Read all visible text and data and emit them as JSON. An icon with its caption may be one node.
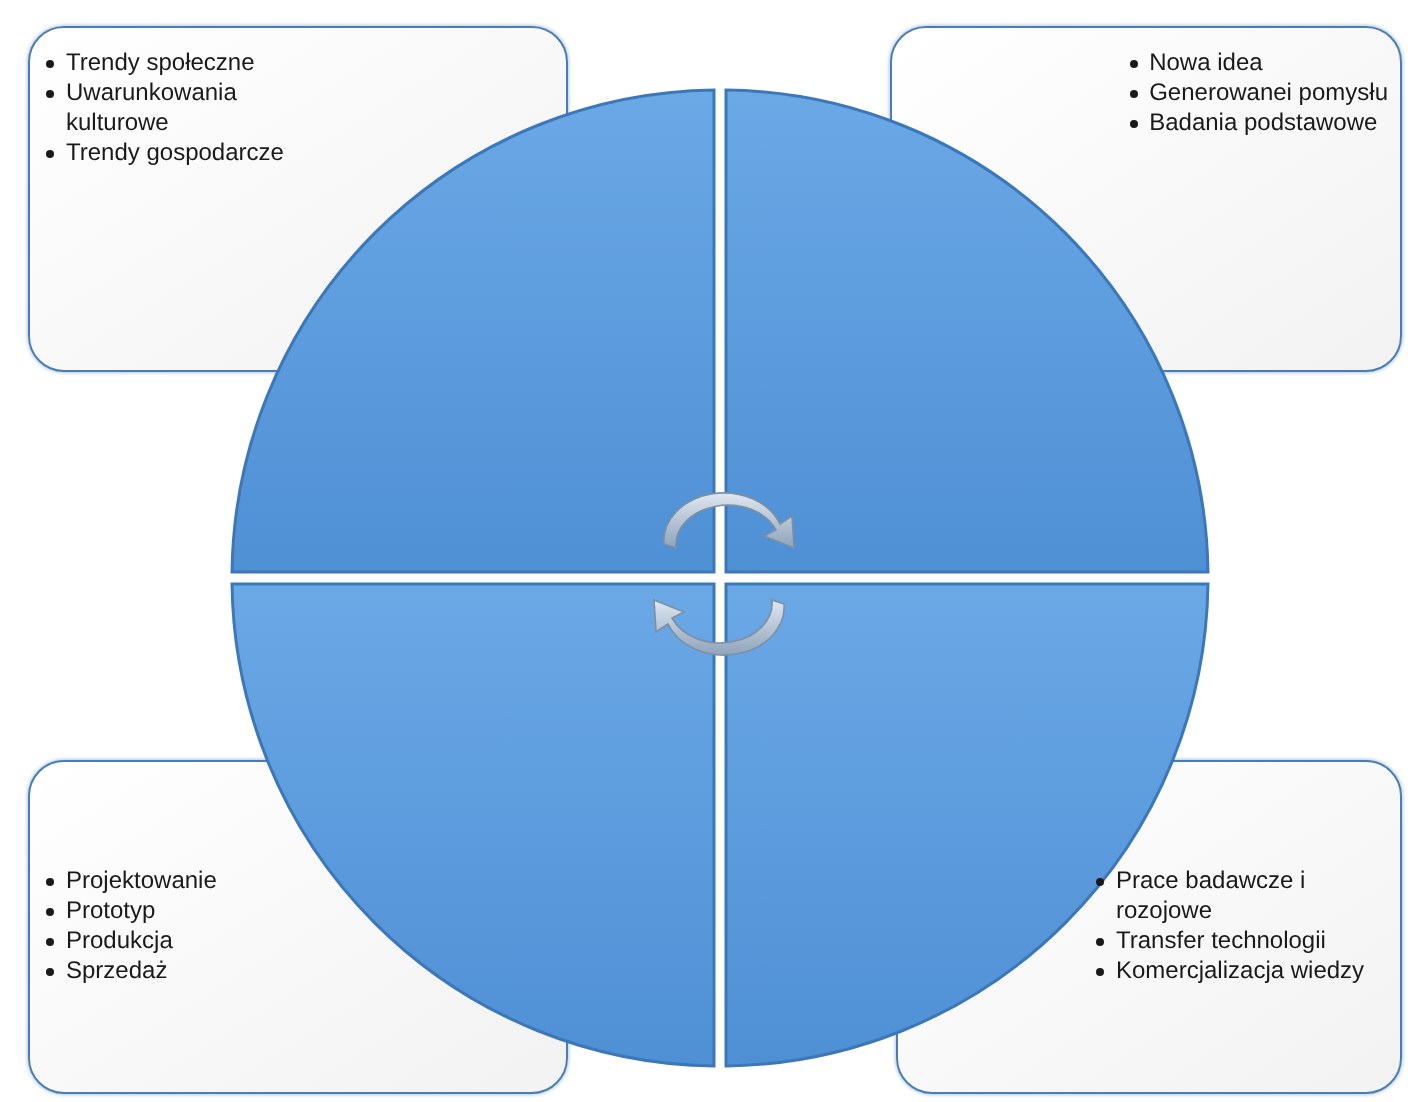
{
  "diagram": {
    "nodes": [
      {
        "text": [
          "Trendy społeczne",
          "Uwarunkowania kulturowe",
          "Trendy gospodarcze"
        ]
      },
      {
        "text": [
          "Nowa idea",
          "Generowanei pomysłu",
          "Badania podstawowe"
        ]
      },
      {
        "text": [
          "Projektowanie",
          "Prototyp",
          "Produkcja",
          "Sprzedaż"
        ]
      },
      {
        "text": [
          "Prace badawcze i rozojowe",
          "Transfer technologii",
          "Komercjalizacja wiedzy"
        ]
      },
      {
        "text": [],
        "shape": "quadrant"
      },
      {
        "text": [],
        "shape": "quadrant"
      },
      {
        "text": [],
        "shape": "quadrant"
      },
      {
        "text": [],
        "shape": "quadrant"
      }
    ]
  }
}
